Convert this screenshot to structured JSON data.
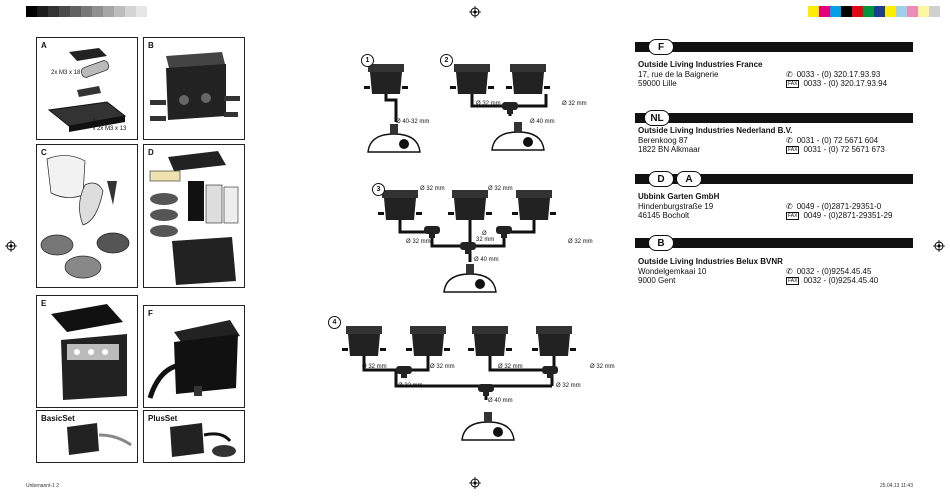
{
  "color_bar_left": [
    "#000000",
    "#1c1c1c",
    "#333333",
    "#4a4a4a",
    "#616161",
    "#787878",
    "#8f8f8f",
    "#a6a6a6",
    "#bdbdbd",
    "#d4d4d4",
    "#e6e6e6"
  ],
  "color_bar_right": [
    "#ffed00",
    "#e4007c",
    "#00a0e6",
    "#000000",
    "#e30613",
    "#009640",
    "#1d3d8f",
    "#ffed00",
    "#a0cfeb",
    "#ee8ab6",
    "#fff7a0",
    "#d0d0d0"
  ],
  "panels": {
    "a": {
      "label": "A",
      "screw1": "2x M3 x 18",
      "screw2": "2x M3 x 13"
    },
    "b": {
      "label": "B"
    },
    "c": {
      "label": "C"
    },
    "d": {
      "label": "D"
    },
    "e": {
      "label": "E"
    },
    "f": {
      "label": "F"
    },
    "basic": {
      "label": "BasicSet"
    },
    "plus": {
      "label": "PlusSet"
    }
  },
  "diagrams": {
    "d1": {
      "num": "1",
      "dim1": "Ø 40-32 mm"
    },
    "d2": {
      "num": "2",
      "dim1": "Ø 32 mm",
      "dim2": "Ø 32 mm",
      "dim3": "Ø 40 mm"
    },
    "d3": {
      "num": "3",
      "dim1": "Ø 32 mm",
      "dim2": "Ø 32 mm",
      "dim3": "Ø 32 mm",
      "dim4": "Ø",
      "dim4b": "32 mm",
      "dim5": "Ø 32 mm",
      "dim6": "Ø 40 mm"
    },
    "d4": {
      "num": "4",
      "dim1": "Ø 32 mm",
      "dim2": "Ø 32 mm",
      "dim3": "Ø 32 mm",
      "dim4": "Ø 32 mm",
      "dim5": "Ø 32 mm",
      "dim6": "Ø 32 mm",
      "dim7": "Ø 40 mm"
    }
  },
  "companies": [
    {
      "badge": [
        "F"
      ],
      "name": "Outside Living Industries France",
      "addr1": "17, rue de la Baignerie",
      "addr2": "59000 Lille",
      "phone": "0033 - (0) 320.17.93.93",
      "fax_tag": "FAX",
      "fax": "0033 - (0) 320.17.93.94"
    },
    {
      "badge": [
        "NL"
      ],
      "name": "Outside Living Industries Nederland B.V.",
      "addr1": "Berenkoog 87",
      "addr2": "1822 BN  Alkmaar",
      "phone": "0031 - (0) 72 5671 604",
      "fax_tag": "FAX",
      "fax": "0031 - (0) 72 5671 673"
    },
    {
      "badge": [
        "D",
        "A"
      ],
      "name": "Ubbink Garten GmbH",
      "addr1": "Hindenburgstraße 19",
      "addr2": "46145 Bocholt",
      "phone": "0049 - (0)2871-29351-0",
      "fax_tag": "FAX",
      "fax": "0049 - (0)2871-29351-29"
    },
    {
      "badge": [
        "B"
      ],
      "name": "Outside Living Industries Belux BVNR",
      "addr1": "Wondelgemkaai 10",
      "addr2": "9000 Gent",
      "phone": "0032 - (0)9254.45.45",
      "fax_tag": "FAX",
      "fax": "0032 - (0)9254.45.40"
    }
  ],
  "phone_icon": "phone-icon",
  "footer": {
    "left": "Unbenannt-1   2",
    "right": "25.04.13   11:43"
  }
}
